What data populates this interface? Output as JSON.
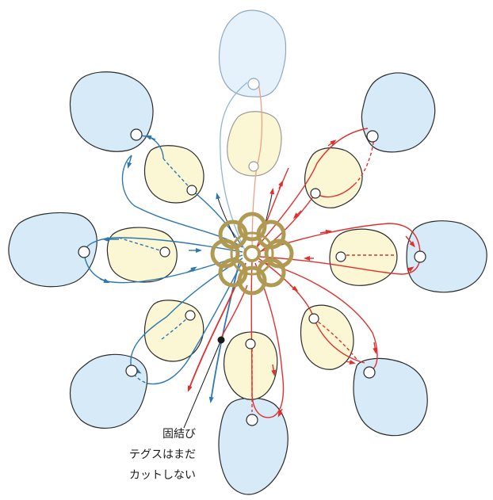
{
  "annotations": {
    "knot": "固結び",
    "line_1": "テグスはまだ",
    "line_2": "カットしない"
  },
  "colors": {
    "large_petal_fill": "#d6eaf7",
    "small_petal_fill": "#fbf6d3",
    "outline": "#2b2b2b",
    "blue_thread": "#2e78b0",
    "red_thread": "#e0302e",
    "faded_blue_thread": "#8fb4d8",
    "faded_red_thread": "#f0a085",
    "center_ornament": "#b09a52"
  }
}
